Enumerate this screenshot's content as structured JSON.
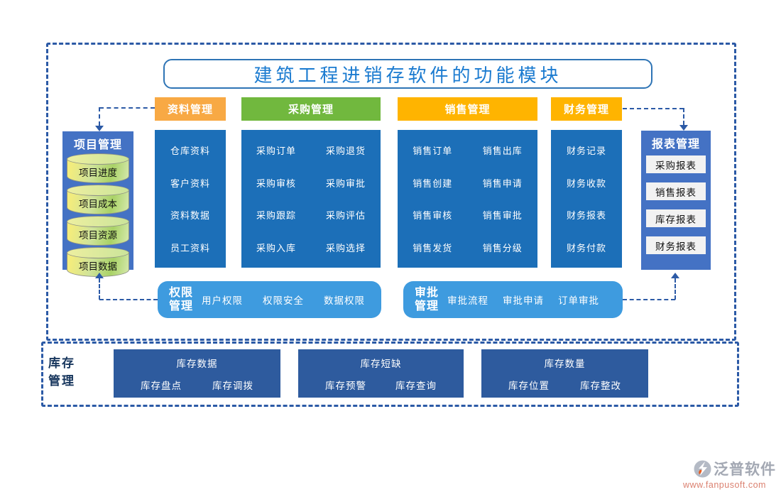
{
  "title": "建筑工程进销存软件的功能模块",
  "project_panel": {
    "header": "项目管理",
    "items": [
      "项目进度",
      "项目成本",
      "项目资源",
      "项目数据"
    ]
  },
  "data_column": {
    "header": "资料管理",
    "items": [
      "仓库资料",
      "客户资料",
      "资料数据",
      "员工资料"
    ]
  },
  "purchase_column": {
    "header": "采购管理",
    "items": [
      "采购订单",
      "采购退货",
      "采购审核",
      "采购审批",
      "采购跟踪",
      "采购评估",
      "采购入库",
      "采购选择"
    ]
  },
  "sales_column": {
    "header": "销售管理",
    "items": [
      "销售订单",
      "销售出库",
      "销售创建",
      "销售申请",
      "销售审核",
      "销售审批",
      "销售发货",
      "销售分级"
    ]
  },
  "finance_column": {
    "header": "财务管理",
    "items": [
      "财务记录",
      "财务收款",
      "财务报表",
      "财务付款"
    ]
  },
  "report_panel": {
    "header": "报表管理",
    "items": [
      "采购报表",
      "销售报表",
      "库存报表",
      "财务报表"
    ]
  },
  "permission_box": {
    "header": "权限\n管理",
    "items": [
      "用户权限",
      "权限安全",
      "数据权限"
    ]
  },
  "approval_box": {
    "header": "审批\n管理",
    "items": [
      "审批流程",
      "审批申请",
      "订单审批"
    ]
  },
  "inventory_section": {
    "label": "库存\n管理",
    "groups": [
      {
        "title": "库存数据",
        "items": [
          "库存盘点",
          "库存调拨"
        ]
      },
      {
        "title": "库存短缺",
        "items": [
          "库存预警",
          "库存查询"
        ]
      },
      {
        "title": "库存数量",
        "items": [
          "库存位置",
          "库存整改"
        ]
      }
    ]
  },
  "footer": {
    "brand": "泛普软件",
    "url": "www.fanpusoft.com"
  },
  "colors": {
    "header_orange": "#F8A944",
    "header_green": "#71B83E",
    "header_gold": "#FFB400",
    "column_blue": "#1C6FB8",
    "panel_blue": "#4472C4",
    "pill_blue": "#3E9BDF",
    "inventory_navy": "#2E5B9E",
    "dashed_border": "#2C5AA6",
    "title_text": "#1B7BD0"
  }
}
